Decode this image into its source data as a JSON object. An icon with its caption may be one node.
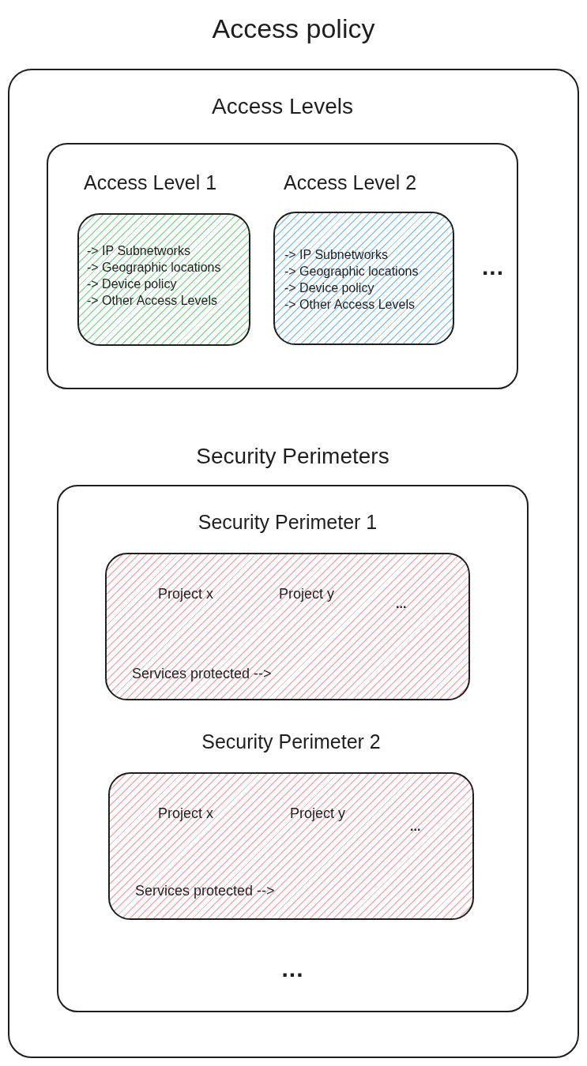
{
  "diagram": {
    "nodes": [
      {
        "text": [
          "Access policy"
        ]
      },
      {
        "text": [
          "Access Levels",
          "..."
        ],
        "in": 0
      },
      {
        "text": [
          "Access Level 1",
          "-> IP Subnetworks",
          "-> Geographic locations",
          "-> Device policy",
          "-> Other Access Levels"
        ],
        "in": 1
      },
      {
        "text": [
          "Access Level 2",
          "-> IP Subnetworks",
          "-> Geographic locations",
          "-> Device policy",
          "-> Other Access Levels"
        ],
        "in": 1
      },
      {
        "text": [
          "Security Perimeters",
          "..."
        ],
        "in": 0
      },
      {
        "text": [
          "Security Perimeter 1",
          "Project x",
          "Project y",
          "...",
          "Services protected -->"
        ],
        "in": 4
      },
      {
        "text": [
          "Security Perimeter 2",
          "Project x",
          "Project y",
          "...",
          "Services protected -->"
        ],
        "in": 4
      }
    ]
  }
}
